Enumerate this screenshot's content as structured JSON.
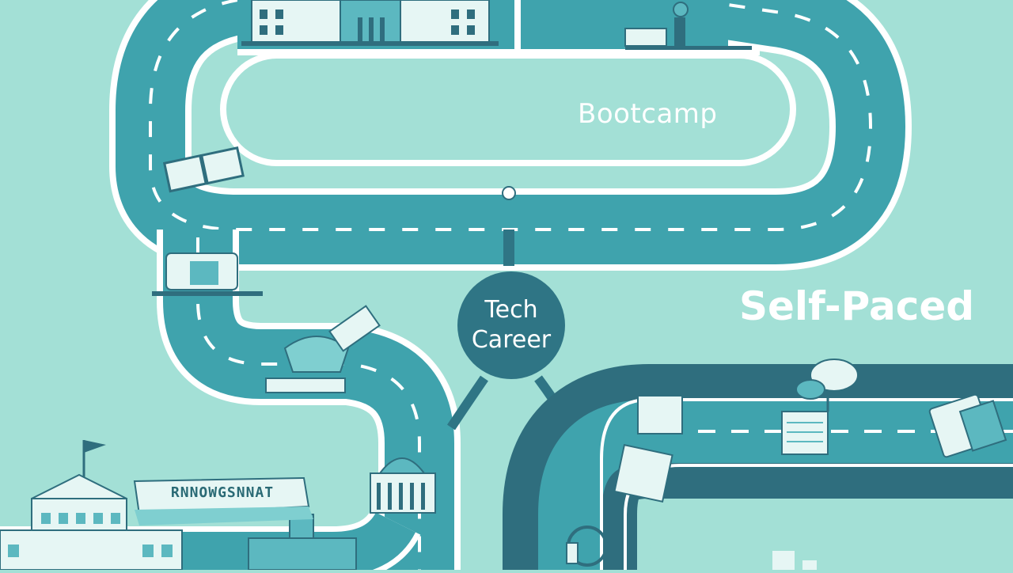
{
  "labels": {
    "bootcamp": "Bootcamp",
    "self_paced": "Self-Paced",
    "hub_line1": "Tech",
    "hub_line2": "Career",
    "banner": "RNNOWGSNNAT"
  },
  "colors": {
    "background": "#a3e0d6",
    "road": "#3fa3ad",
    "road_dark": "#2f6e7e",
    "edge": "#ffffff",
    "hub": "#2f7585",
    "building": "#e6f6f4",
    "building_accent": "#5cb8c0"
  },
  "icons": [
    "university-building-icon",
    "open-book-icon",
    "laptop-icon",
    "graduation-cap-icon",
    "capitol-building-icon",
    "city-building-icon",
    "desk-person-icon",
    "chat-bubble-icon",
    "notebook-icon",
    "tablet-icon",
    "headphones-icon"
  ]
}
